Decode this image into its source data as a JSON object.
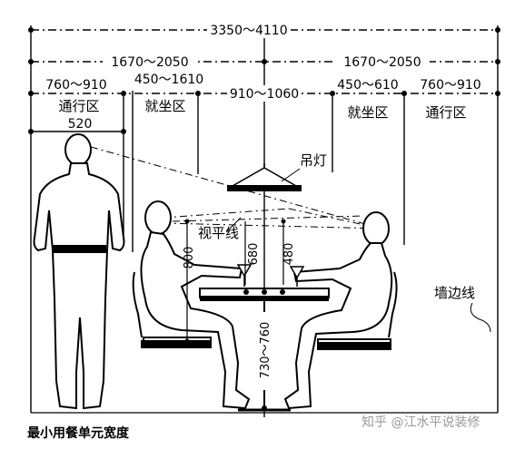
{
  "dimensions": {
    "total_width": "3350～4110",
    "half_left": "1670～2050",
    "half_right": "1670～2050",
    "passage_left": "760～910",
    "seat_left": "450～1610",
    "table_width": "910～1060",
    "seat_right": "450～610",
    "passage_right": "760～910",
    "person_width": "520",
    "eye_height_800": "800",
    "eye_height_680": "680",
    "eye_height_480": "480",
    "table_height": "730～760"
  },
  "zones": {
    "passage_left": "通行区",
    "seat_left": "就坐区",
    "seat_right": "就坐区",
    "passage_right": "通行区"
  },
  "labels": {
    "pendant_lamp": "吊灯",
    "eye_level_line": "视平线",
    "wall_line": "墙边线"
  },
  "caption": "最小用餐单元宽度",
  "watermark": "知乎 @江水平说装修"
}
